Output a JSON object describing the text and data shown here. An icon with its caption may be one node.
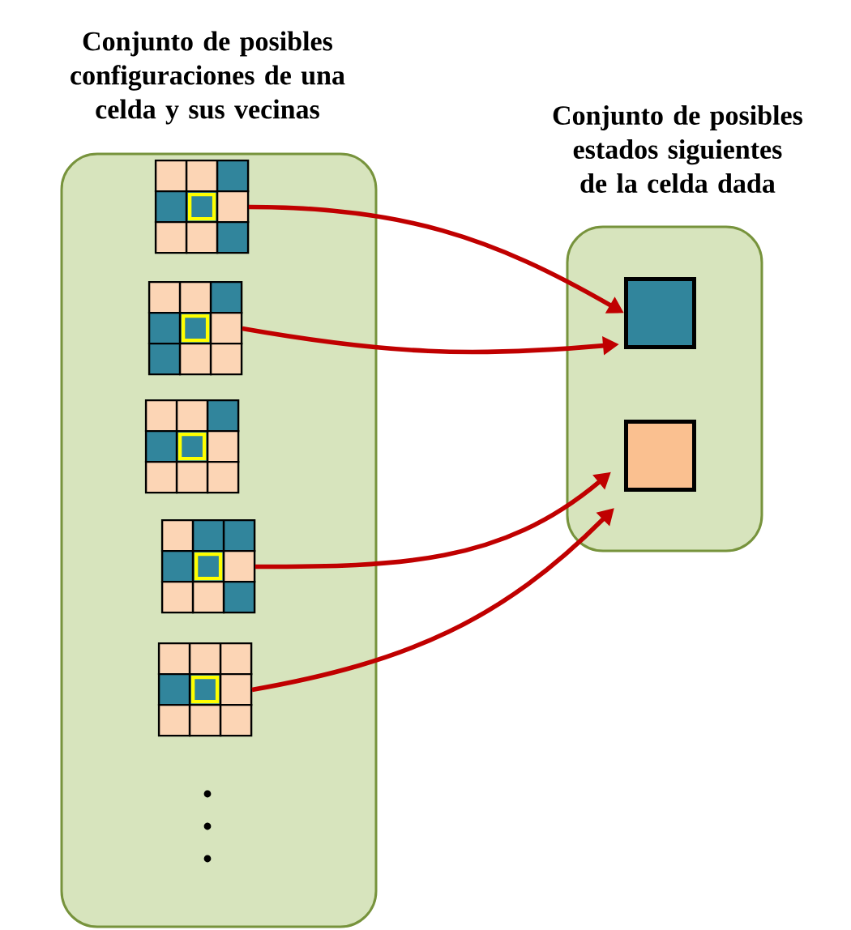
{
  "diagram": {
    "nodes": [
      {
        "text": [
          "Conjunto de posibles configuraciones de una celda y sus vecinas"
        ]
      },
      {
        "text": [],
        "shape": "picture",
        "in": 0
      },
      {
        "text": [],
        "shape": "picture",
        "in": 0
      },
      {
        "text": [],
        "shape": "picture",
        "in": 0
      },
      {
        "text": [],
        "shape": "picture",
        "in": 0
      },
      {
        "text": [],
        "shape": "picture",
        "in": 0
      },
      {
        "text": [
          "Conjunto de posibles estados siguientes de la celda dada"
        ]
      },
      {
        "text": [],
        "shape": "box",
        "in": 6
      },
      {
        "text": [],
        "shape": "box",
        "in": 6
      }
    ],
    "edges": [
      {
        "from": 1,
        "to": 7,
        "arrow": "to"
      },
      {
        "from": 2,
        "to": 7,
        "arrow": "to"
      },
      {
        "from": 4,
        "to": 8,
        "arrow": "to"
      },
      {
        "from": 5,
        "to": 8,
        "arrow": "to"
      }
    ]
  }
}
